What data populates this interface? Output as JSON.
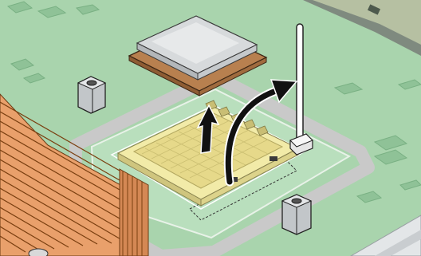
{
  "illustration": {
    "subject": "cpu-socket-removal",
    "parts": [
      "motherboard",
      "processor",
      "cpu-socket",
      "socket-lever",
      "standoff",
      "heatsink"
    ],
    "arrows": [
      "lift-processor-arrow",
      "raise-lever-arrow"
    ],
    "colors": {
      "board": "#a9d4ad",
      "board_dark": "#8fc297",
      "keepout": "#c9c9c9",
      "socket": "#f2eba8",
      "cpu_top": "#d7dadc",
      "cpu_substrate": "#b8804f",
      "heatsink": "#e9a06b",
      "standoff": "#c2c6c9",
      "arrow": "#111111"
    }
  }
}
